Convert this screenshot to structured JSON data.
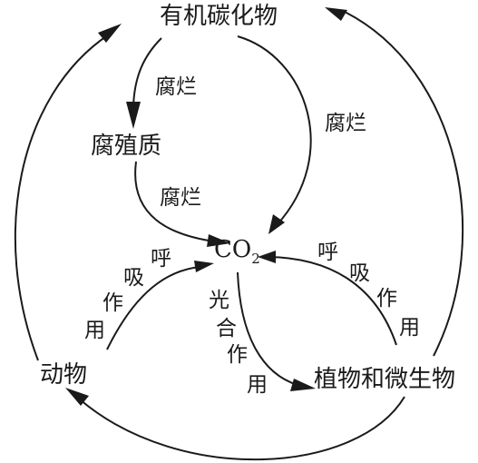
{
  "nodes": {
    "organic_carbon": "有机碳化物",
    "humus": "腐殖质",
    "co2_main": "CO",
    "co2_sub": "2",
    "animals": "动物",
    "plants_microbes": "植物和微生物"
  },
  "edges": {
    "decay_organic_to_humus": "腐烂",
    "decay_organic_to_co2": "腐烂",
    "decay_humus_to_co2": "腐烂",
    "respiration_animals": [
      "呼",
      "吸",
      "作",
      "用"
    ],
    "respiration_plants": [
      "呼",
      "吸",
      "作",
      "用"
    ],
    "photosynthesis": [
      "光",
      "合",
      "作",
      "用"
    ]
  },
  "colors": {
    "ink": "#1a1a1a",
    "background": "#ffffff"
  }
}
